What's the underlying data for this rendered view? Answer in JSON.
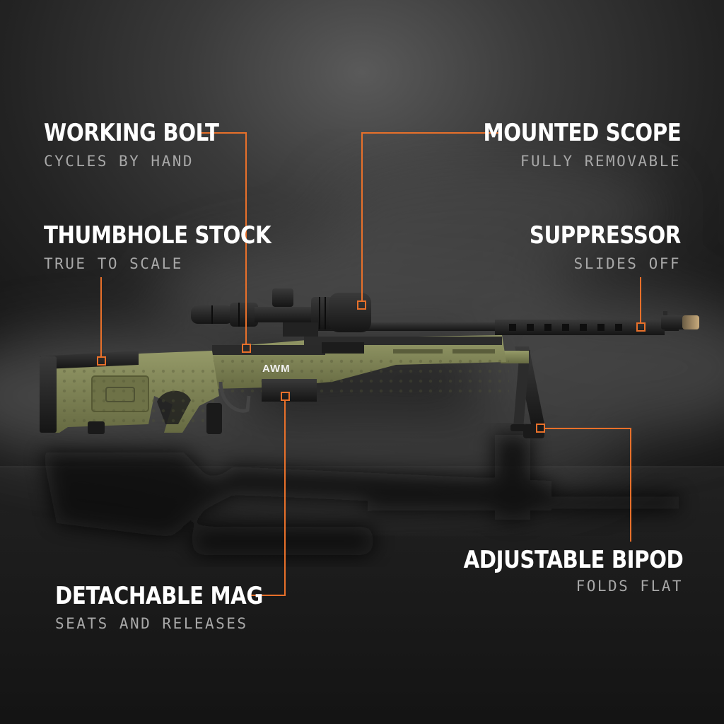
{
  "rifle": {
    "model_marking": "AWM"
  },
  "callouts": [
    {
      "id": "working-bolt",
      "title": "WORKING BOLT",
      "subtitle": "CYCLES BY HAND"
    },
    {
      "id": "thumbhole-stock",
      "title": "THUMBHOLE STOCK",
      "subtitle": "TRUE TO SCALE"
    },
    {
      "id": "mounted-scope",
      "title": "MOUNTED SCOPE",
      "subtitle": "FULLY REMOVABLE"
    },
    {
      "id": "suppressor",
      "title": "SUPPRESSOR",
      "subtitle": "SLIDES OFF"
    },
    {
      "id": "detachable-mag",
      "title": "DETACHABLE MAG",
      "subtitle": "SEATS AND RELEASES"
    },
    {
      "id": "adjustable-bipod",
      "title": "ADJUSTABLE BIPOD",
      "subtitle": "FOLDS FLAT"
    }
  ],
  "colors": {
    "accent": "#e8702a",
    "background": "#1e1e1e",
    "rifle_body": "#7c8052",
    "rifle_dark": "#1f1f1f",
    "title_text": "#ffffff",
    "subtitle_text": "#a8a8a8"
  }
}
